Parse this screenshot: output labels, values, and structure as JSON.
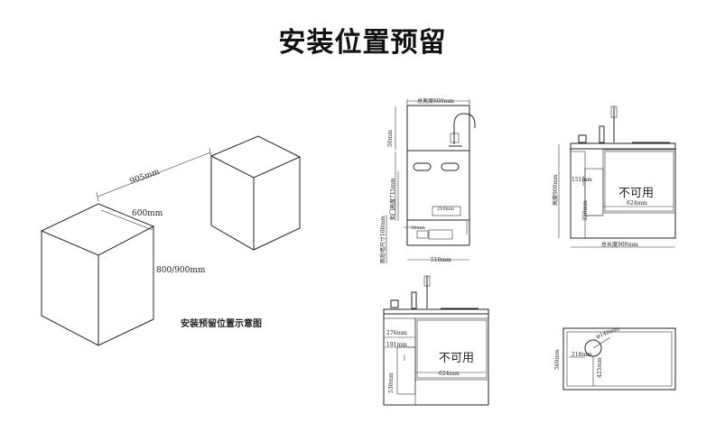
{
  "title": "安装位置预留",
  "caption": "安装预留位置示意图",
  "iso": {
    "gap": "905mm",
    "width": "600mm",
    "height": "800/900mm"
  },
  "side_view": {
    "total_width": "总宽度600mm",
    "dim_50": "50mm",
    "cabinet_depth": "柜门高度715mm",
    "offset": "距后墙尺寸100mm",
    "dim_210": "210mm",
    "dim_50b": "50mm",
    "dim_510": "510mm"
  },
  "front_view": {
    "height": "高度900mm",
    "dim_151": "151mm",
    "dim_350": "350mm",
    "not_available": "不可用",
    "dim_624": "624mm",
    "total_length": "总长度900mm"
  },
  "front_view_b": {
    "dim_276": "276mm",
    "dim_191": "191mm",
    "dim_530": "530mm",
    "not_available": "不可用",
    "dim_624": "624mm"
  },
  "top_view": {
    "diameter": "φ140mm",
    "dim_218": "218mm",
    "dim_425": "425mm",
    "depth": "560mm"
  }
}
